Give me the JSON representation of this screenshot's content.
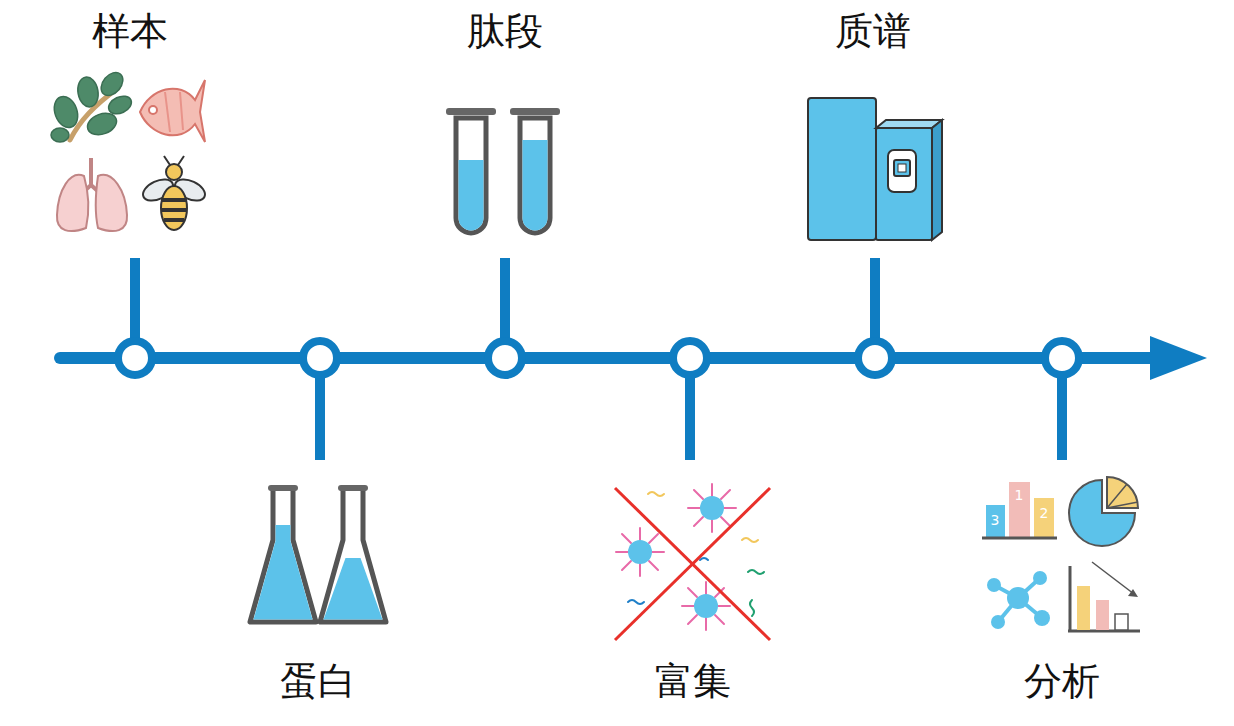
{
  "diagram": {
    "labels": [
      "样本",
      "蛋白",
      "肽段",
      "富集",
      "质谱",
      "分析",
      "3",
      "1",
      "2"
    ]
  }
}
